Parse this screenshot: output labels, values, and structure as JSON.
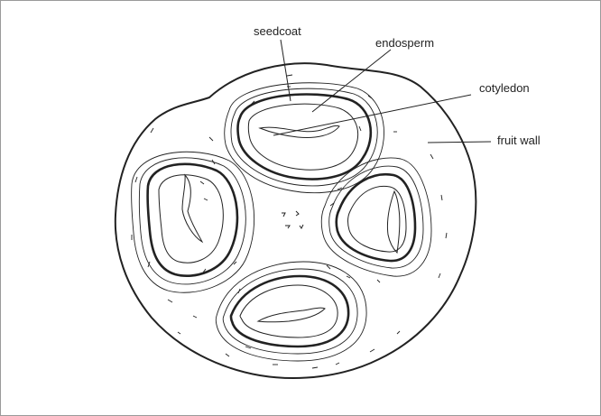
{
  "diagram": {
    "labels": {
      "seedcoat": "seedcoat",
      "endosperm": "endosperm",
      "cotyledon": "cotyledon",
      "fruit_wall": "fruit wall"
    },
    "colors": {
      "line": "#222222",
      "frame": "#9a9a9a",
      "background": "#ffffff"
    }
  }
}
